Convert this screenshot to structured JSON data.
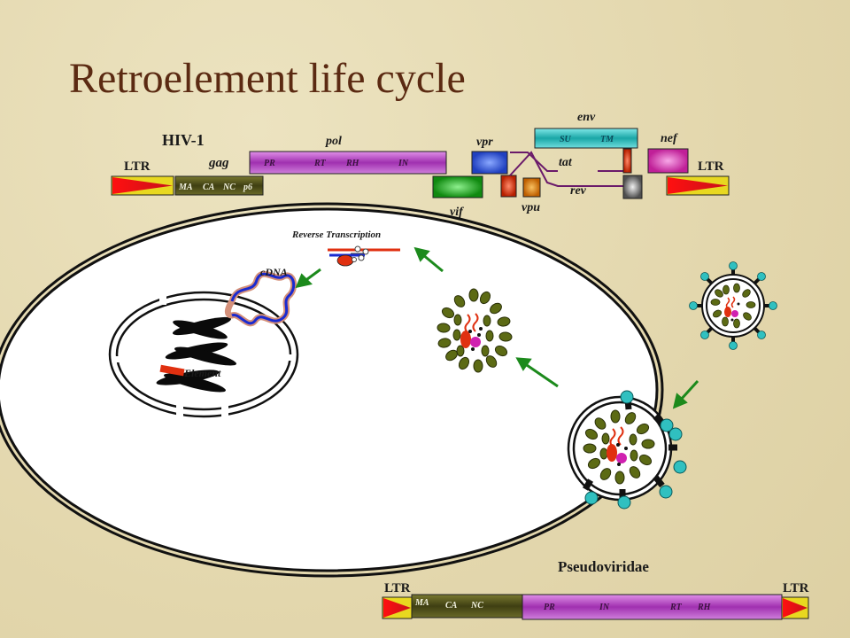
{
  "title": "Retroelement life cycle",
  "hiv": {
    "name": "HIV-1",
    "ltr_left": "LTR",
    "ltr_right": "LTR",
    "gag": {
      "label": "gag",
      "segments": [
        "MA",
        "CA",
        "NC",
        "p6"
      ]
    },
    "pol": {
      "label": "pol",
      "segments": [
        "PR",
        "RT",
        "RH",
        "IN"
      ]
    },
    "env": {
      "label": "env",
      "segments": [
        "SU",
        "TM"
      ]
    },
    "vpr": "vpr",
    "vif": "vif",
    "vpu": "vpu",
    "tat": "tat",
    "rev": "rev",
    "nef": "nef"
  },
  "cell": {
    "reverse_transcription": "Reverse Transcription",
    "cdna": "cDNA",
    "element": "Element"
  },
  "pseudo": {
    "name": "Pseudoviridae",
    "ltr_left": "LTR",
    "ltr_right": "LTR",
    "gag_segments": [
      "MA",
      "CA",
      "NC"
    ],
    "pol_segments": [
      "PR",
      "IN",
      "RT",
      "RH"
    ]
  },
  "colors": {
    "title": "#5b2a12",
    "gag": "#4a4a1a",
    "pol": "#a030b0",
    "env": "#2fb8b8",
    "vpr": "#3050d0",
    "vif": "#20a020",
    "vpu": "#d07010",
    "nef": "#d040b0",
    "arrow": "#1c8a1c",
    "capsid_bead": "#5c6a14",
    "spike": "#30c0c0"
  }
}
